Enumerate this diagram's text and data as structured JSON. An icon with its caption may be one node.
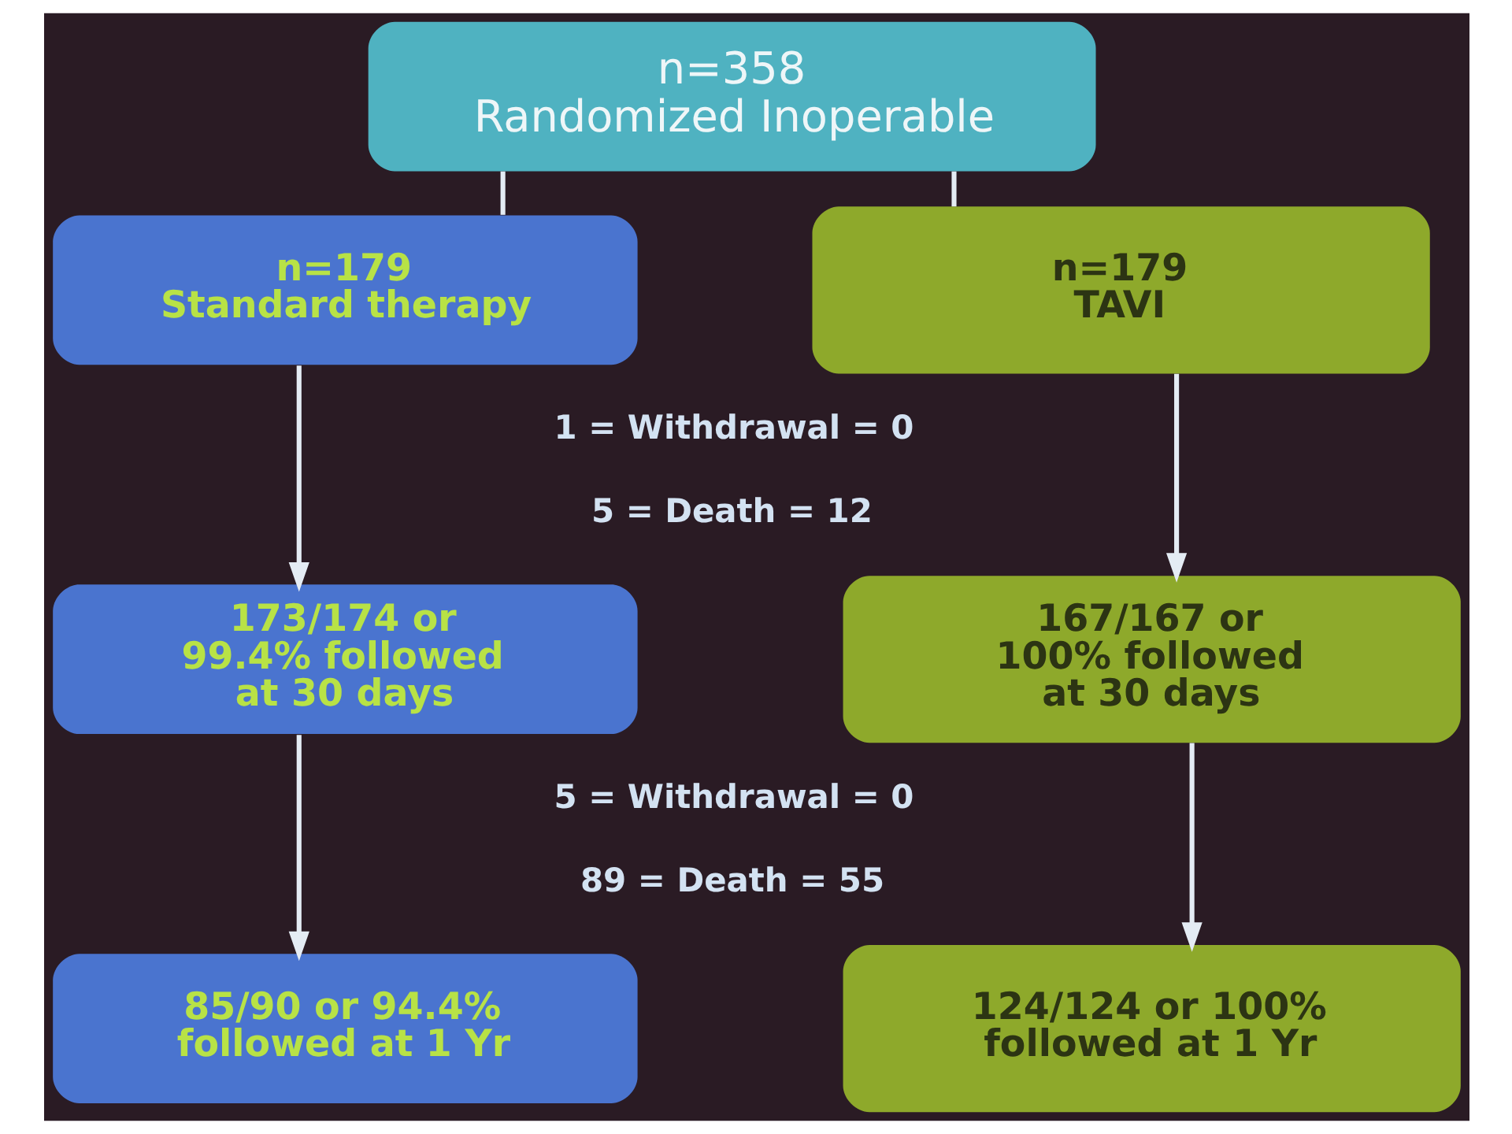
{
  "diagram": {
    "nodes": [
      {
        "text": [
          "n=358",
          "Randomized Inoperable"
        ]
      },
      {
        "text": [
          "n=179",
          "Standard therapy"
        ]
      },
      {
        "text": [
          "n=179",
          "TAVI"
        ]
      },
      {
        "text": [
          "173/174 or 99.4% followed at 30 days"
        ]
      },
      {
        "text": [
          "167/167 or 100% followed at 30 days"
        ]
      },
      {
        "text": [
          "85/90 or 94.4% followed at 1 Yr"
        ]
      },
      {
        "text": [
          "124/124 or 100% followed at 1 Yr"
        ]
      }
    ],
    "edges": [
      {
        "from": 0,
        "to": 1,
        "arrow": "none"
      },
      {
        "from": 0,
        "to": 2,
        "arrow": "none"
      },
      {
        "from": 1,
        "to": 3,
        "arrow": "to"
      },
      {
        "from": 2,
        "to": 4,
        "arrow": "to"
      },
      {
        "from": 3,
        "to": 5,
        "arrow": "to"
      },
      {
        "from": 4,
        "to": 6,
        "arrow": "to"
      }
    ],
    "labels": [
      "1 = Withdrawal = 0",
      "5 = Death = 12",
      "5 = Withdrawal = 0",
      "89 = Death = 55"
    ]
  }
}
